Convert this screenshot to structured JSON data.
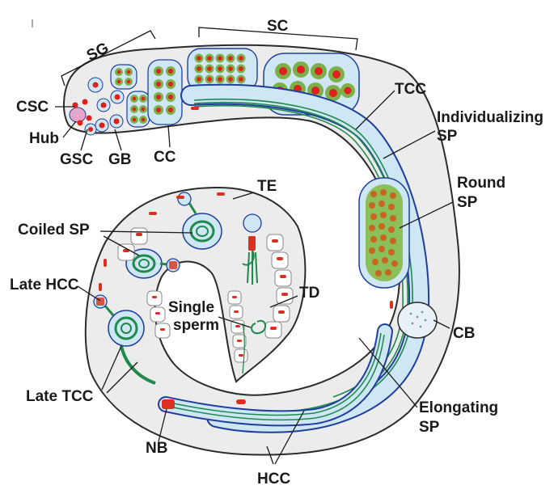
{
  "labels": {
    "sg": "SG",
    "sc": "SC",
    "csc": "CSC",
    "hub": "Hub",
    "gsc": "GSC",
    "gb": "GB",
    "cc": "CC",
    "tcc": "TCC",
    "individualizing_1": "Individualizing",
    "individualizing_2": "SP",
    "round_1": "Round",
    "round_2": "SP",
    "te": "TE",
    "coiled_sp": "Coiled SP",
    "late_hcc": "Late HCC",
    "single_1": "Single",
    "single_2": "sperm",
    "td": "TD",
    "cb": "CB",
    "late_tcc": "Late TCC",
    "elongating_1": "Elongating",
    "elongating_2": "SP",
    "nb": "NB",
    "hcc": "HCC"
  },
  "colors": {
    "testis_fill": "#ececec",
    "outline": "#2b2b2b",
    "cyst_fill": "#cfe6f4",
    "cyst_border": "#1f3f9b",
    "germ_green": "#7bb04a",
    "nucleus_red": "#e0201b",
    "sperm_green": "#1f8a4c",
    "somatic_red": "#d9301f"
  }
}
